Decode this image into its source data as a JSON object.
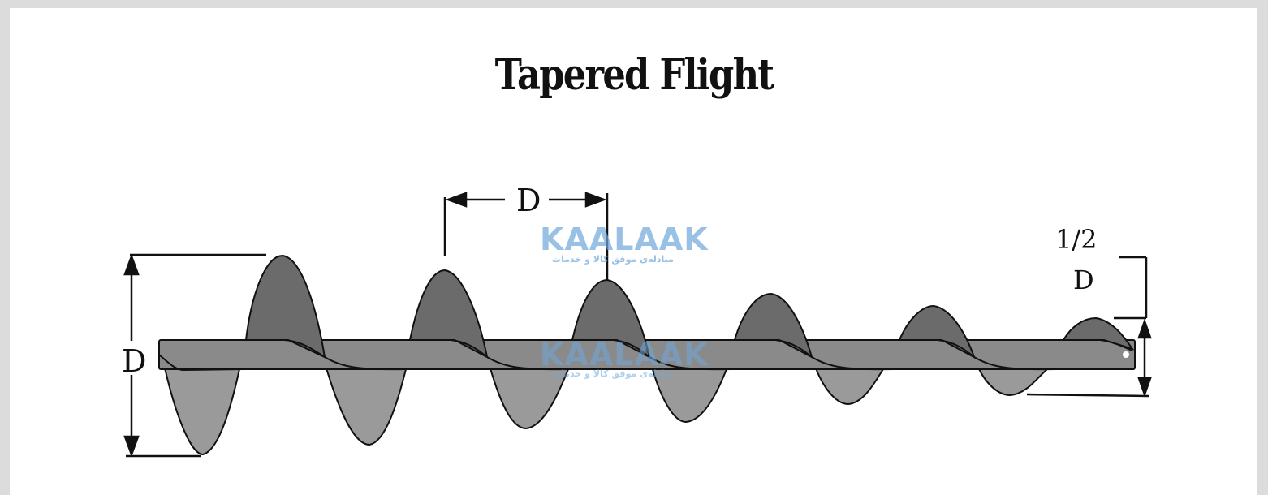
{
  "title": "Tapered Flight",
  "dimensions": {
    "pitch_label": "D",
    "outer_diameter_label": "D",
    "end_diameter_label_top": "1/2",
    "end_diameter_label_bottom": "D"
  },
  "watermark": {
    "brand": "KAALAAK",
    "tagline": "مبادله‌ی موفق کالا و خدمات"
  },
  "colors": {
    "background": "#dcdcdc",
    "panel": "#ffffff",
    "flight_dark": "#6b6b6b",
    "flight_light": "#9a9a9a",
    "shaft": "#8a8a8a",
    "watermark_blue": "#6fa8dc",
    "watermark_yellow": "#f2c94c"
  }
}
